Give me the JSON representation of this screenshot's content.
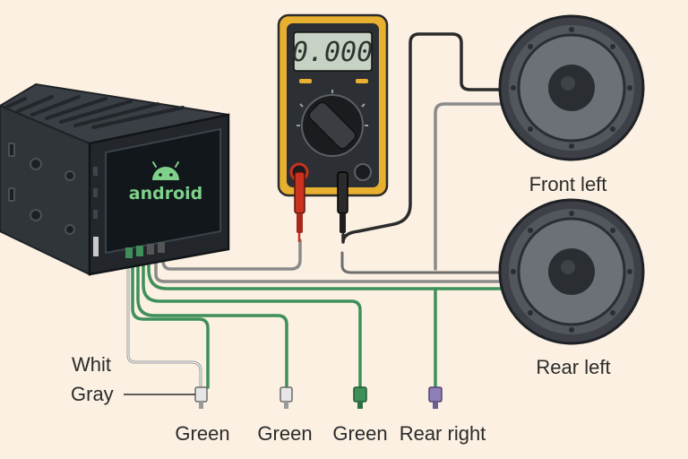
{
  "head_unit": {
    "brand_text": "android"
  },
  "multimeter": {
    "display_value": "0.000"
  },
  "speakers": {
    "front_left_label": "Front left",
    "rear_left_label": "Rear left"
  },
  "wire_labels": {
    "white": "Whit",
    "gray": "Gray",
    "green_1": "Green",
    "green_2": "Green",
    "green_3": "Green",
    "rear_right": "Rear right"
  },
  "colors": {
    "background": "#fbf0e2",
    "wire_green": "#3f8f5a",
    "wire_gray": "#8a8a8a",
    "wire_black": "#2b2b2b",
    "probe_red": "#c8321e",
    "meter_body": "#e8b030",
    "rear_right_connector": "#8e7fb6"
  },
  "icons": [
    "android-robot-icon",
    "speaker-icon",
    "rca-connector-icon",
    "rotary-dial-icon",
    "probe-icon"
  ]
}
